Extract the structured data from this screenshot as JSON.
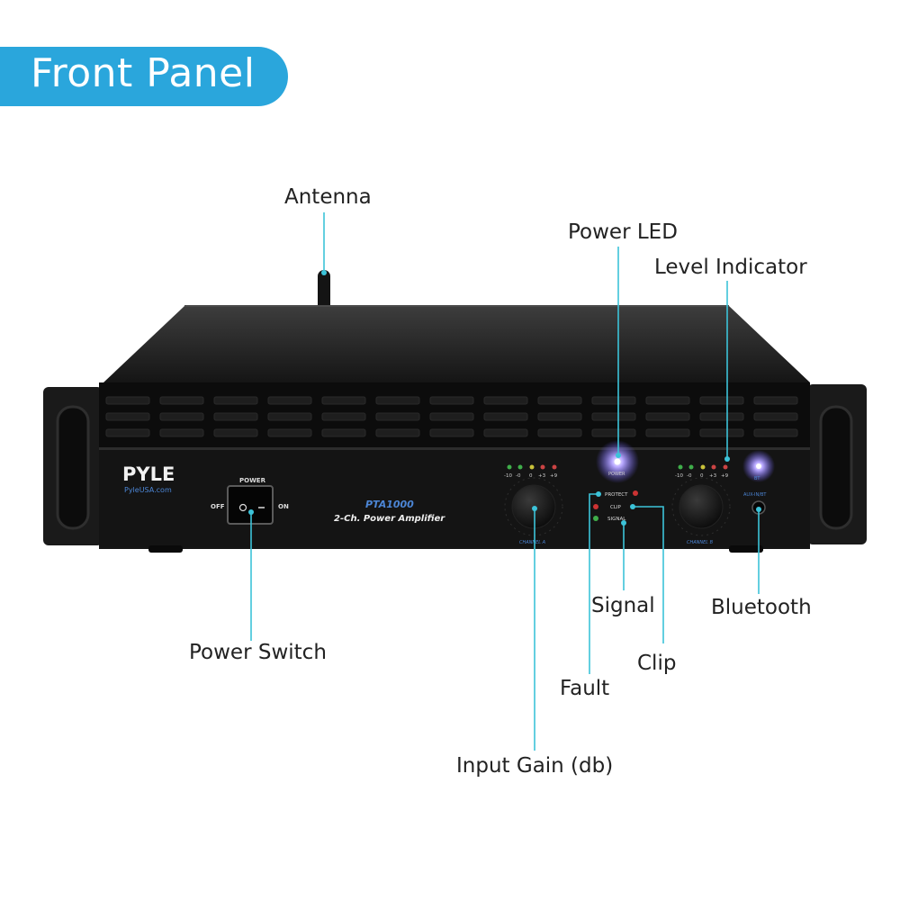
{
  "header": {
    "title": "Front Panel"
  },
  "callouts": {
    "antenna": "Antenna",
    "power_led": "Power LED",
    "level_indicator": "Level Indicator",
    "power_switch": "Power Switch",
    "signal": "Signal",
    "bluetooth": "Bluetooth",
    "clip": "Clip",
    "fault": "Fault",
    "input_gain": "Input Gain (db)"
  },
  "panel": {
    "brand": "PYLE",
    "website": "PyleUSA.com",
    "model": "PTA1000",
    "description": "2-Ch. Power Amplifier",
    "power_label": "POWER",
    "off_label": "OFF",
    "on_label": "ON",
    "led_power_label": "POWER",
    "protect_label": "PROTECT",
    "clip_label": "CLIP",
    "signal_label": "SIGNAL",
    "channel_a": "CHANNEL A",
    "channel_b": "CHANNEL B",
    "bt_label": "BT",
    "aux_label": "AUX-IN/BT",
    "level_scale": [
      "-10",
      "-0",
      "0",
      "+3",
      "+9"
    ]
  },
  "colors": {
    "accent": "#2aa6dc",
    "leader": "#3cc3d9",
    "panel_text_blue": "#4c86d6",
    "led_glow": "#8f7bff"
  }
}
